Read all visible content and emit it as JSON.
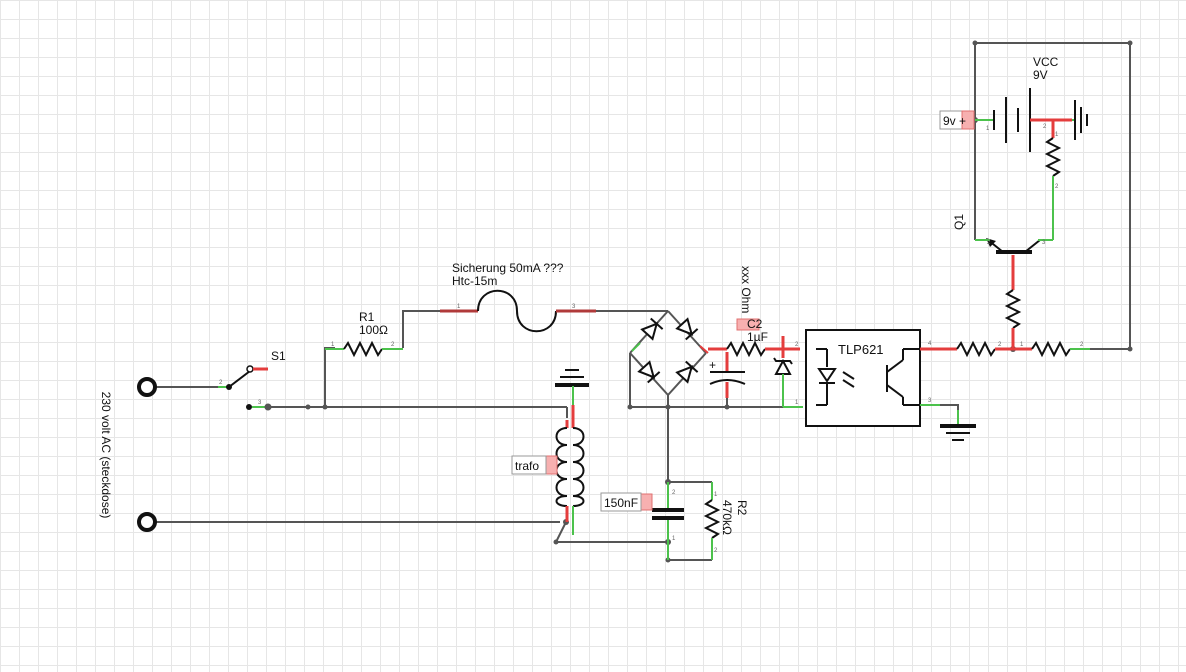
{
  "labels": {
    "s1": "S1",
    "r1_name": "R1",
    "r1_value": "100Ω",
    "fuse_line1": "Sicherung 50mA ???",
    "fuse_line2": "Htc-15m",
    "xxx_ohm": "xxx Ohm",
    "c2_name": "C2",
    "c2_value": "1µF",
    "tlp": "TLP621",
    "vcc": "VCC",
    "vcc_value": "9V",
    "q1": "Q1",
    "r2_name": "R2",
    "r2_value": "470kΩ",
    "ac_source": "230 volt AC (steckdose)"
  },
  "tags": {
    "nine_v": "9v +",
    "trafo": "trafo",
    "c150": "150nF"
  },
  "polarity": {
    "plus": "+",
    "minus": "-"
  },
  "colors": {
    "wire": "#555555",
    "pin_ok": "#4cc24c",
    "pin_unrouted": "#e43d3d",
    "grid": "#e6e6e6"
  }
}
